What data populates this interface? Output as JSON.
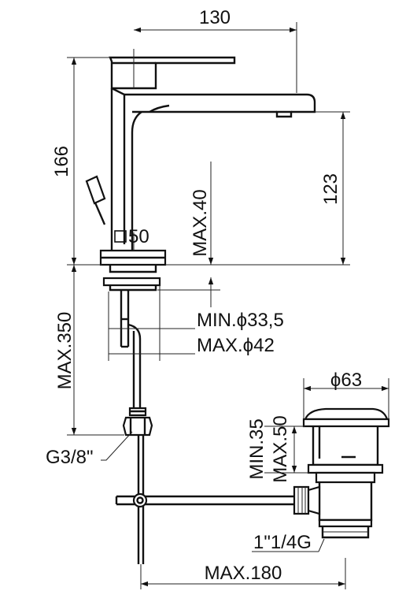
{
  "dimensions": {
    "width_top": "130",
    "height_total": "166",
    "spout_height": "123",
    "deck_thickness": "MAX.40",
    "base_square": "50",
    "hole_min": "MIN.ϕ33,5",
    "hole_max": "MAX.ϕ42",
    "hose_length": "MAX.350",
    "thread": "G3/8\"",
    "waste_diameter": "ϕ63",
    "plug_min": "MIN.35",
    "plug_max": "MAX.50",
    "waste_thread": "1\"1/4G",
    "rod_length": "MAX.180"
  }
}
